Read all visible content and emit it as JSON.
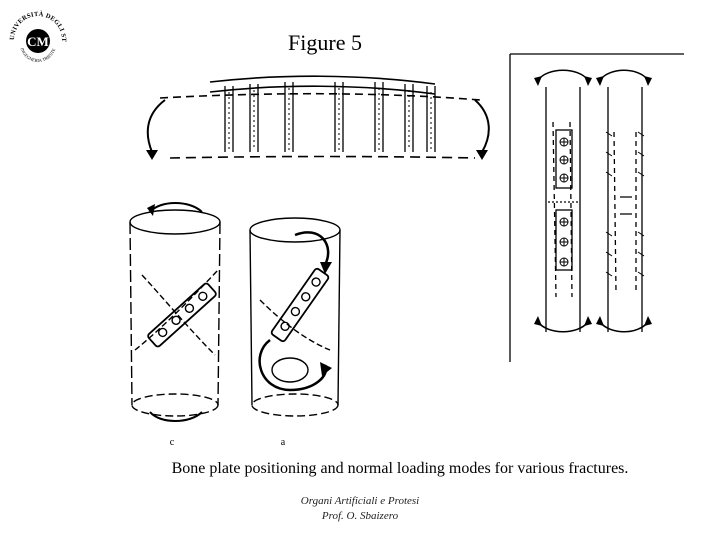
{
  "logo": {
    "outer_text": "UNIVERSITÀ DEGLI STUDI DI TRIESTE",
    "center_text": "CM",
    "inner_text": "INGEGNERIA TRIESTE"
  },
  "title": "Figure 5",
  "figures": {
    "left_labels": {
      "a": "c",
      "b": "a"
    }
  },
  "caption": "Bone plate positioning and normal loading modes for various fractures.",
  "footer": {
    "line1": "Organi Artificiali e Protesi",
    "line2": "Prof. O. Sbaizero"
  }
}
